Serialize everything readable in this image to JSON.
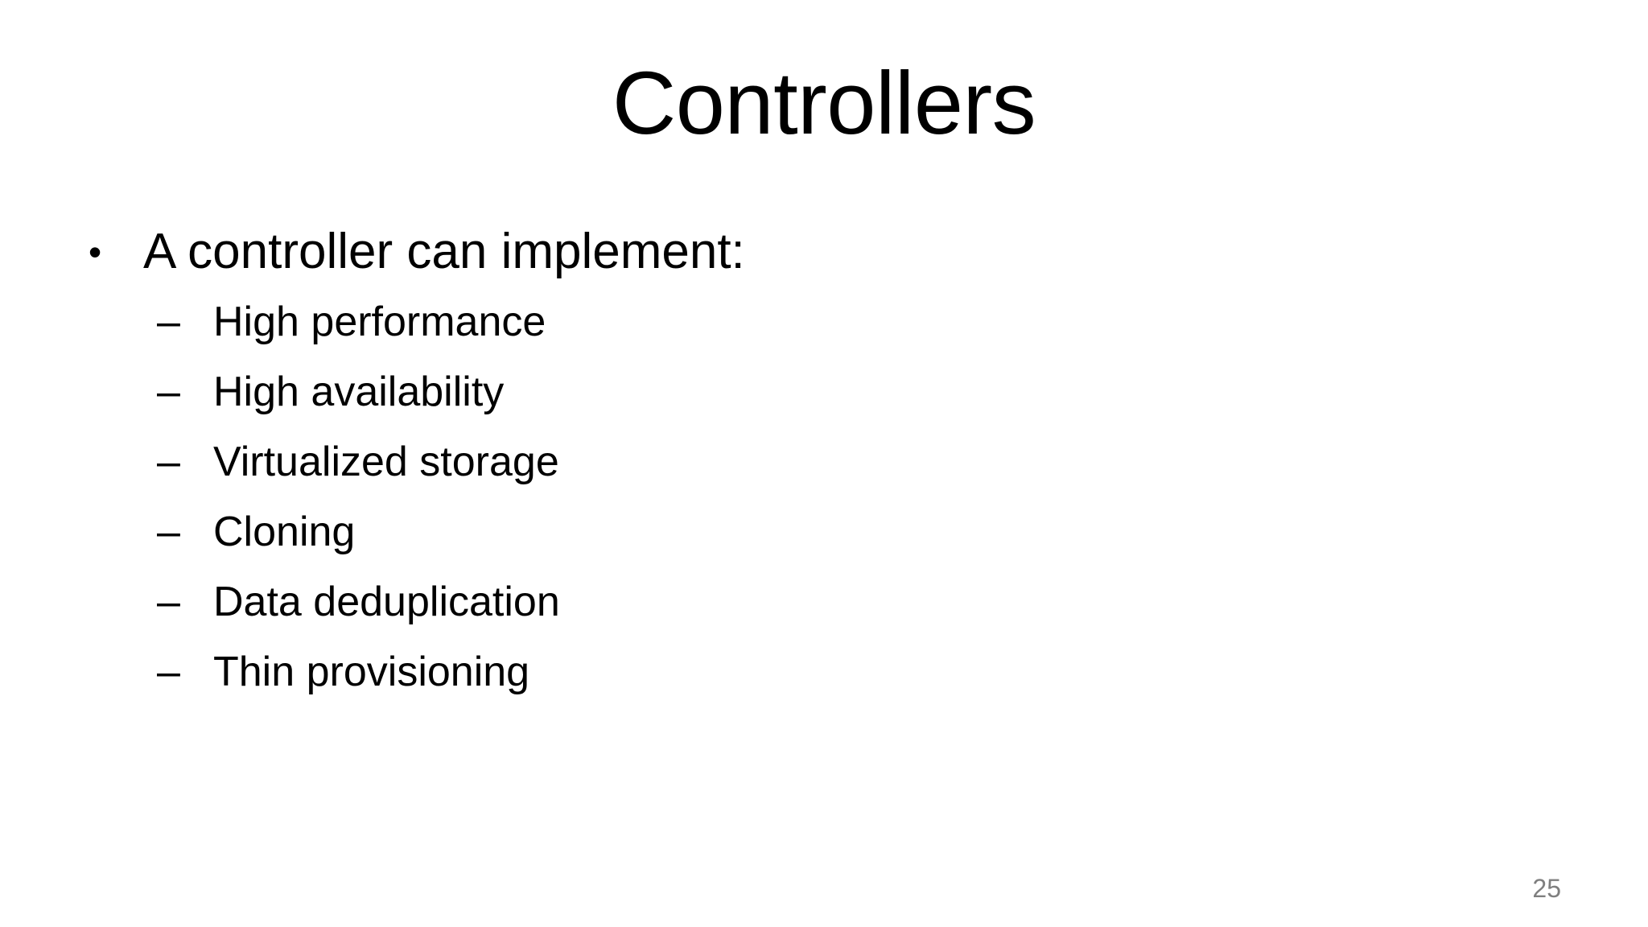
{
  "slide": {
    "title": "Controllers",
    "background_color": "#ffffff",
    "text_color": "#000000",
    "page_number_color": "#7f7f7f",
    "body": {
      "level1": [
        {
          "marker": "•",
          "text": "A controller can implement:"
        }
      ],
      "level2": [
        {
          "marker": "–",
          "text": "High performance"
        },
        {
          "marker": "–",
          "text": "High availability"
        },
        {
          "marker": "–",
          "text": "Virtualized storage"
        },
        {
          "marker": "–",
          "text": "Cloning"
        },
        {
          "marker": "–",
          "text": "Data deduplication"
        },
        {
          "marker": "–",
          "text": "Thin provisioning"
        }
      ]
    },
    "page_number": "25"
  }
}
